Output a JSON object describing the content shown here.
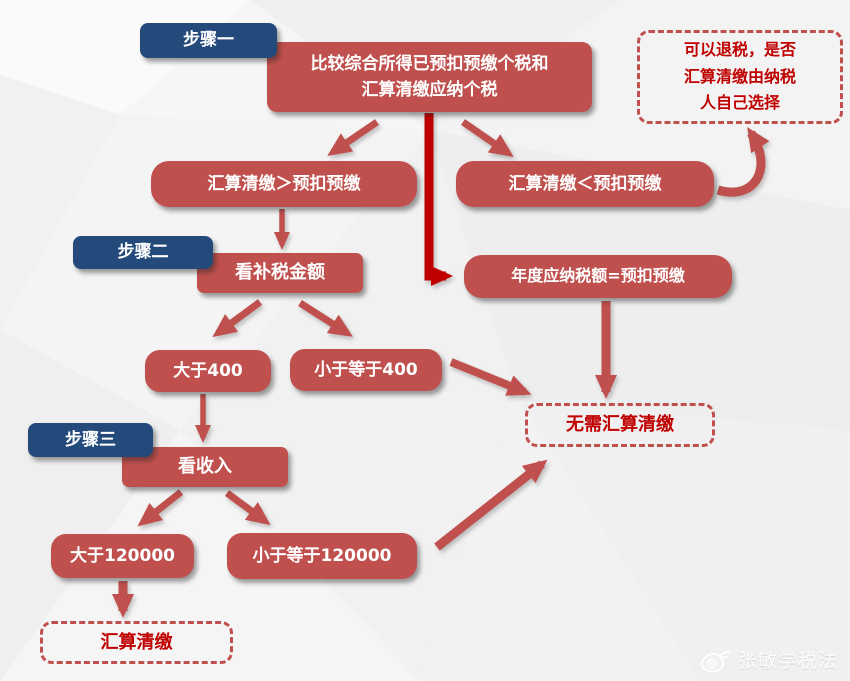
{
  "nodes": {
    "step1": {
      "label": "步骤一"
    },
    "step2": {
      "label": "步骤二"
    },
    "step3": {
      "label": "步骤三"
    },
    "compare": {
      "label": "比较综合所得已预扣预缴个税和\n汇算清缴应纳个税"
    },
    "gt": {
      "label": "汇算清缴＞预扣预缴"
    },
    "lt": {
      "label": "汇算清缴＜预扣预缴"
    },
    "refund_note": {
      "label": "可以退税，是否\n汇算清缴由纳税\n人自己选择"
    },
    "check_tax": {
      "label": "看补税金额"
    },
    "annual_equal": {
      "label": "年度应纳税额=预扣预缴"
    },
    "gt400": {
      "label": "大于400"
    },
    "le400": {
      "label": "小于等于400"
    },
    "no_need": {
      "label": "无需汇算清缴"
    },
    "check_income": {
      "label": "看收入"
    },
    "gt120000": {
      "label": "大于120000"
    },
    "le120000": {
      "label": "小于等于120000"
    },
    "settle": {
      "label": "汇算清缴"
    }
  },
  "edges": [
    {
      "from": "compare",
      "to": "gt"
    },
    {
      "from": "compare",
      "to": "lt"
    },
    {
      "from": "compare",
      "to": "annual_equal",
      "style": "thick-elbow"
    },
    {
      "from": "lt",
      "to": "refund_note",
      "style": "curved"
    },
    {
      "from": "gt",
      "to": "check_tax"
    },
    {
      "from": "check_tax",
      "to": "gt400"
    },
    {
      "from": "check_tax",
      "to": "le400"
    },
    {
      "from": "le400",
      "to": "no_need"
    },
    {
      "from": "annual_equal",
      "to": "no_need"
    },
    {
      "from": "gt400",
      "to": "check_income"
    },
    {
      "from": "check_income",
      "to": "gt120000"
    },
    {
      "from": "check_income",
      "to": "le120000"
    },
    {
      "from": "gt120000",
      "to": "settle"
    },
    {
      "from": "le120000",
      "to": "no_need"
    }
  ],
  "colors": {
    "node_red": "#c0504d",
    "node_blue": "#24497b",
    "accent_red": "#c00000",
    "background": "#ebebeb",
    "dashed_text": "#c00000"
  },
  "watermark": {
    "label": "张敏学税法",
    "icon": "weibo-icon"
  }
}
